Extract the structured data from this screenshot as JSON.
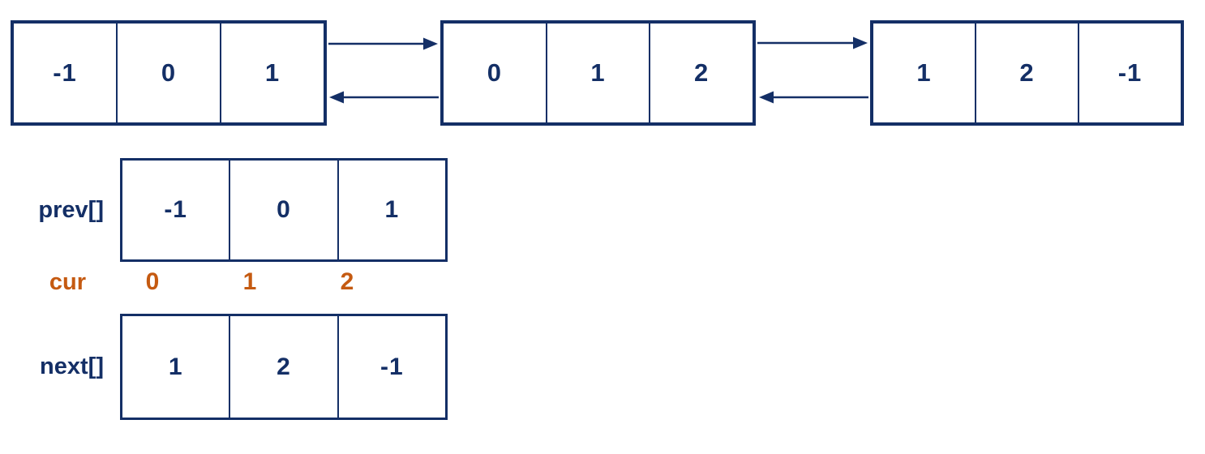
{
  "colors": {
    "navy": "#142f66",
    "orange": "#c55a11"
  },
  "linked_list": {
    "description": "doubly-linked-list-of-three-nodes",
    "nodes": [
      {
        "cells": [
          "-1",
          "0",
          "1"
        ]
      },
      {
        "cells": [
          "0",
          "1",
          "2"
        ]
      },
      {
        "cells": [
          "1",
          "2",
          "-1"
        ]
      }
    ]
  },
  "arrays": {
    "prev": {
      "label": "prev[]",
      "values": [
        "-1",
        "0",
        "1"
      ]
    },
    "cur": {
      "label": "cur",
      "values": [
        "0",
        "1",
        "2"
      ]
    },
    "next": {
      "label": "next[]",
      "values": [
        "1",
        "2",
        "-1"
      ]
    }
  }
}
